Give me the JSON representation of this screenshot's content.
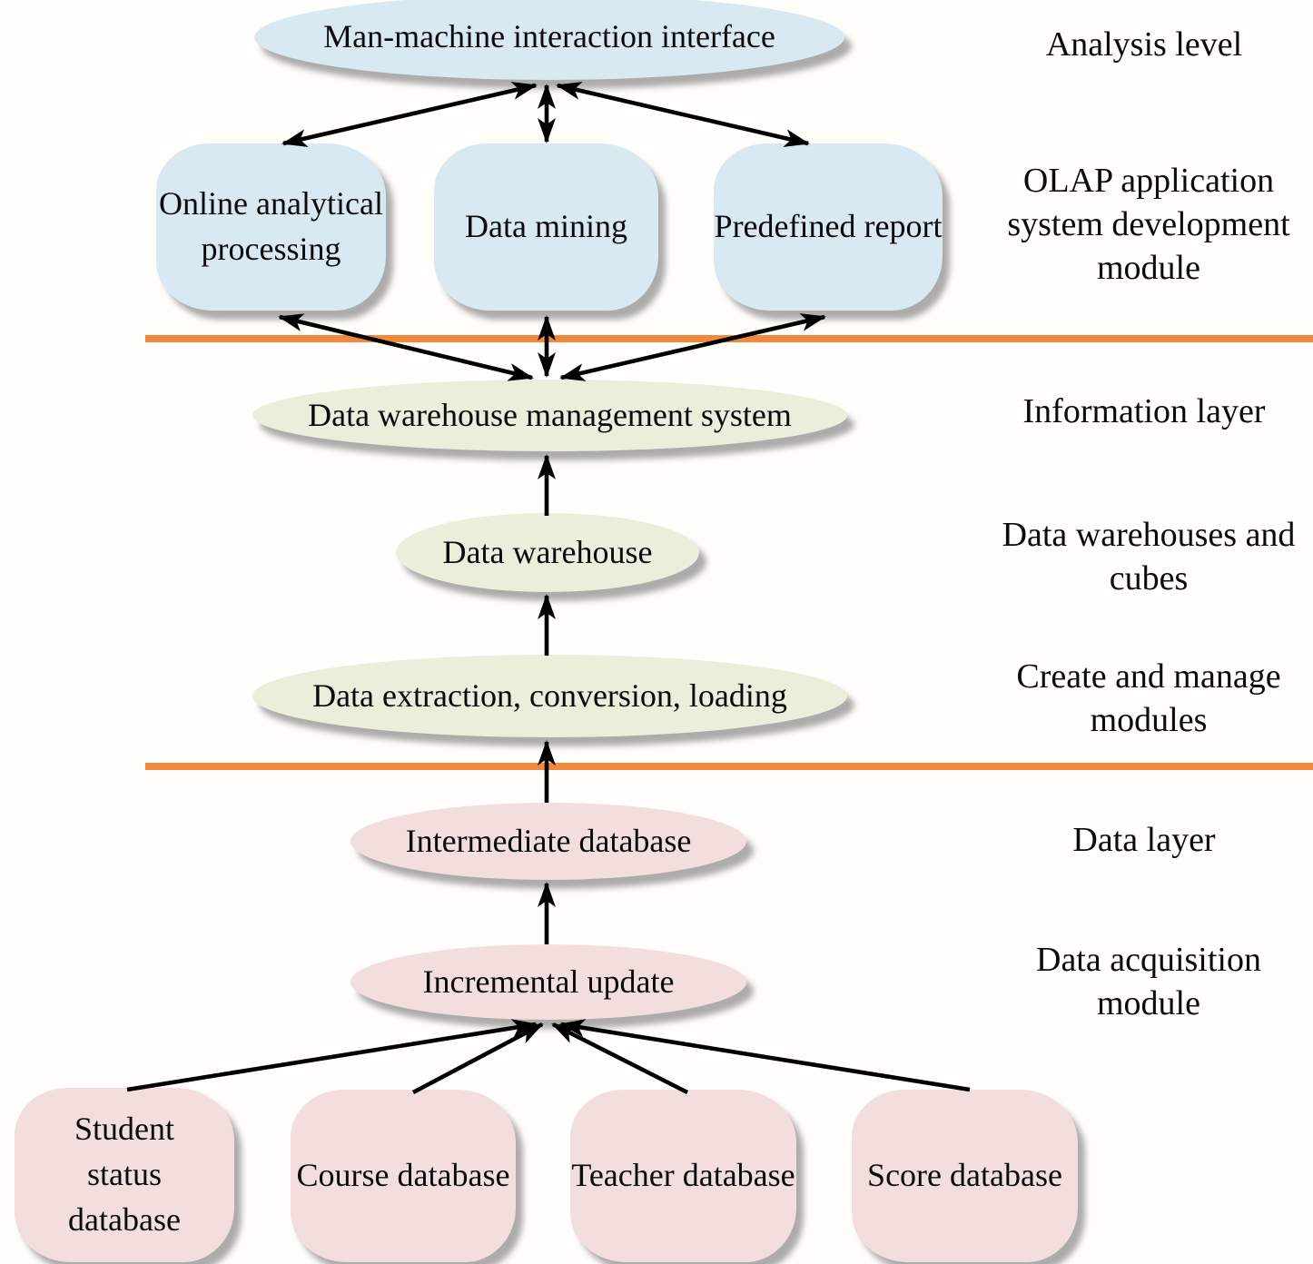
{
  "colors": {
    "blue": "#d8e9f1",
    "green": "#eaeedb",
    "pink": "#f2dfdd",
    "orange": "#f0893c",
    "arrow": "#000000"
  },
  "nodes": {
    "interface": {
      "label": "Man-machine interaction interface"
    },
    "olap": {
      "label": "Online analytical processing"
    },
    "mining": {
      "label": "Data mining"
    },
    "report": {
      "label": "Predefined report"
    },
    "dwms": {
      "label": "Data warehouse management system"
    },
    "warehouse": {
      "label": "Data warehouse"
    },
    "etl": {
      "label": "Data extraction, conversion, loading"
    },
    "intermediate": {
      "label": "Intermediate database"
    },
    "incremental": {
      "label": "Incremental update"
    },
    "student_db": {
      "label": "Student status database"
    },
    "course_db": {
      "label": "Course database"
    },
    "teacher_db": {
      "label": "Teacher database"
    },
    "score_db": {
      "label": "Score database"
    }
  },
  "row_labels": {
    "analysis": "Analysis level",
    "olap_module": "OLAP application system development module",
    "information": "Information layer",
    "cubes": "Data warehouses and cubes",
    "create_manage": "Create and manage modules",
    "data_layer": "Data layer",
    "acquisition": "Data acquisition module"
  }
}
